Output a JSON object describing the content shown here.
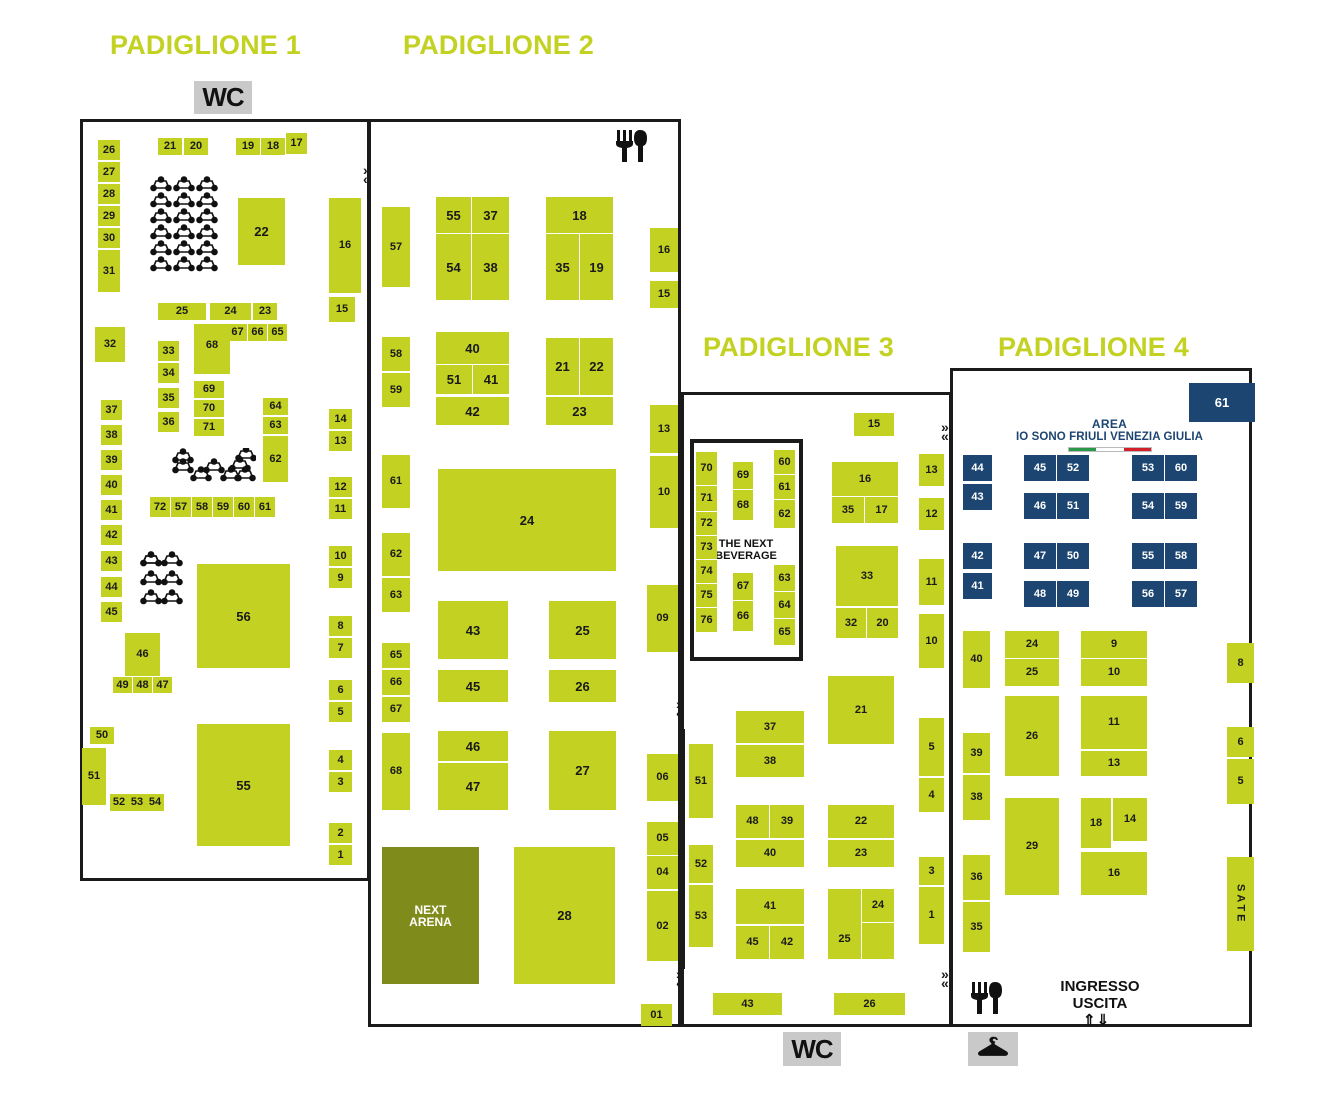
{
  "map": {
    "title": "Exhibition Floor Plan",
    "colors": {
      "stand_green": "#c3d222",
      "stand_blue": "#1d4571",
      "arena_olive": "#7f8c1b",
      "wall": "#1a1a1a",
      "amenity_grey": "#c9c9c9"
    }
  },
  "pavilions": [
    {
      "id": "pad1",
      "label": "PADIGLIONE 1"
    },
    {
      "id": "pad2",
      "label": "PADIGLIONE 2"
    },
    {
      "id": "pad3",
      "label": "PADIGLIONE 3"
    },
    {
      "id": "pad4",
      "label": "PADIGLIONE 4"
    }
  ],
  "amenities": {
    "wc_top": "WC",
    "wc_bottom": "WC",
    "wardrobe_icon": "hanger-icon",
    "restaurant_icon_pad2": "cutlery-icon",
    "restaurant_icon_pad4": "cutlery-icon"
  },
  "labels": {
    "next_arena": "NEXT\nARENA",
    "next_beverage": "THE NEXT\nBEVERAGE",
    "area_line1": "AREA",
    "area_line2": "IO SONO FRIULI VENEZIA GIULIA",
    "ingresso_uscita": "INGRESSO\nUSCITA",
    "sate": "SATE"
  },
  "stands": {
    "pad1": {
      "left_column_a": [
        "26",
        "27",
        "28",
        "29",
        "30",
        "31"
      ],
      "block_32": "32",
      "top_row": [
        "21",
        "20",
        "19",
        "18",
        "17"
      ],
      "big_22": "22",
      "row_25_24_23": [
        "25",
        "24",
        "23"
      ],
      "row_67_66_65": [
        "67",
        "66",
        "65"
      ],
      "col_33_36": [
        "33",
        "34",
        "35",
        "36"
      ],
      "block_68": "68",
      "col_69_71": [
        "69",
        "70",
        "71"
      ],
      "col_64_63": [
        "64",
        "63"
      ],
      "block_62": "62",
      "row_72_61": [
        "72",
        "57",
        "58",
        "59",
        "60",
        "61"
      ],
      "left_column_b": [
        "37",
        "38",
        "39",
        "40",
        "41",
        "42",
        "43",
        "44",
        "45"
      ],
      "block_46": "46",
      "row_49_48_47": [
        "49",
        "48",
        "47"
      ],
      "block_50": "50",
      "block_51": "51",
      "row_52_53_54": [
        "52",
        "53",
        "54"
      ],
      "block_56": "56",
      "block_55": "55",
      "right_column": [
        "16",
        "15",
        "14",
        "13",
        "12",
        "11",
        "10",
        "9",
        "8",
        "7",
        "6",
        "5",
        "4",
        "3",
        "2",
        "1"
      ]
    },
    "pad2": {
      "left_column": [
        "57",
        "58",
        "59",
        "61",
        "62",
        "63",
        "65",
        "66",
        "67",
        "68"
      ],
      "cluster_top": [
        "55",
        "37",
        "54",
        "38"
      ],
      "cluster_mid": [
        "40",
        "51",
        "41",
        "42"
      ],
      "cluster_right_top": [
        "18",
        "35",
        "19"
      ],
      "cluster_right_mid": [
        "21",
        "22",
        "23"
      ],
      "big_24": "24",
      "row_43_25": [
        "43",
        "25"
      ],
      "row_45_26": [
        "45",
        "26"
      ],
      "row_46_27": [
        "46",
        "27"
      ],
      "row_47": "47",
      "next_arena": "NEXT ARENA",
      "block_28": "28",
      "right_column": [
        "16",
        "15",
        "13",
        "10",
        "09",
        "06",
        "05",
        "04",
        "02",
        "01"
      ]
    },
    "pad3": {
      "beverage_left": [
        "70",
        "71",
        "72",
        "73",
        "74",
        "75",
        "76"
      ],
      "beverage_inner_top": [
        "69",
        "68"
      ],
      "beverage_inner_bottom": [
        "67",
        "66"
      ],
      "beverage_right_top": [
        "60",
        "61",
        "62"
      ],
      "beverage_right_bottom": [
        "63",
        "64",
        "65"
      ],
      "block_15": "15",
      "cluster_16_35_17": [
        "16",
        "35",
        "17"
      ],
      "cluster_33_32_20": [
        "33",
        "32",
        "20"
      ],
      "right_column": [
        "13",
        "12",
        "11",
        "10",
        "5",
        "4",
        "3",
        "1"
      ],
      "col_51_52_53": [
        "51",
        "52",
        "53"
      ],
      "cluster_37_38": [
        "37",
        "38"
      ],
      "cluster_48_39_40": [
        "48",
        "39",
        "40"
      ],
      "cluster_41_45_42": [
        "41",
        "45",
        "42"
      ],
      "block_21": "21",
      "cluster_22_23": [
        "22",
        "23"
      ],
      "cluster_24_25": [
        "24",
        "25"
      ],
      "bottom_row": [
        "43",
        "26"
      ]
    },
    "pad4": {
      "block_61": "61",
      "blue_left": [
        "44",
        "43",
        "42",
        "41"
      ],
      "blue_grid_left": [
        "45",
        "52",
        "46",
        "51",
        "47",
        "50",
        "48",
        "49"
      ],
      "blue_grid_right": [
        "53",
        "60",
        "54",
        "59",
        "55",
        "58",
        "56",
        "57"
      ],
      "green_left_column": [
        "40",
        "39",
        "38",
        "36",
        "35"
      ],
      "col_24_25": [
        "24",
        "25"
      ],
      "block_26": "26",
      "block_29": "29",
      "col_9_10": [
        "9",
        "10"
      ],
      "block_11": "11",
      "block_13": "13",
      "cluster_18_14_16": [
        "18",
        "14",
        "16"
      ],
      "right_column": [
        "8",
        "6",
        "5"
      ],
      "sate": "SATE"
    }
  }
}
